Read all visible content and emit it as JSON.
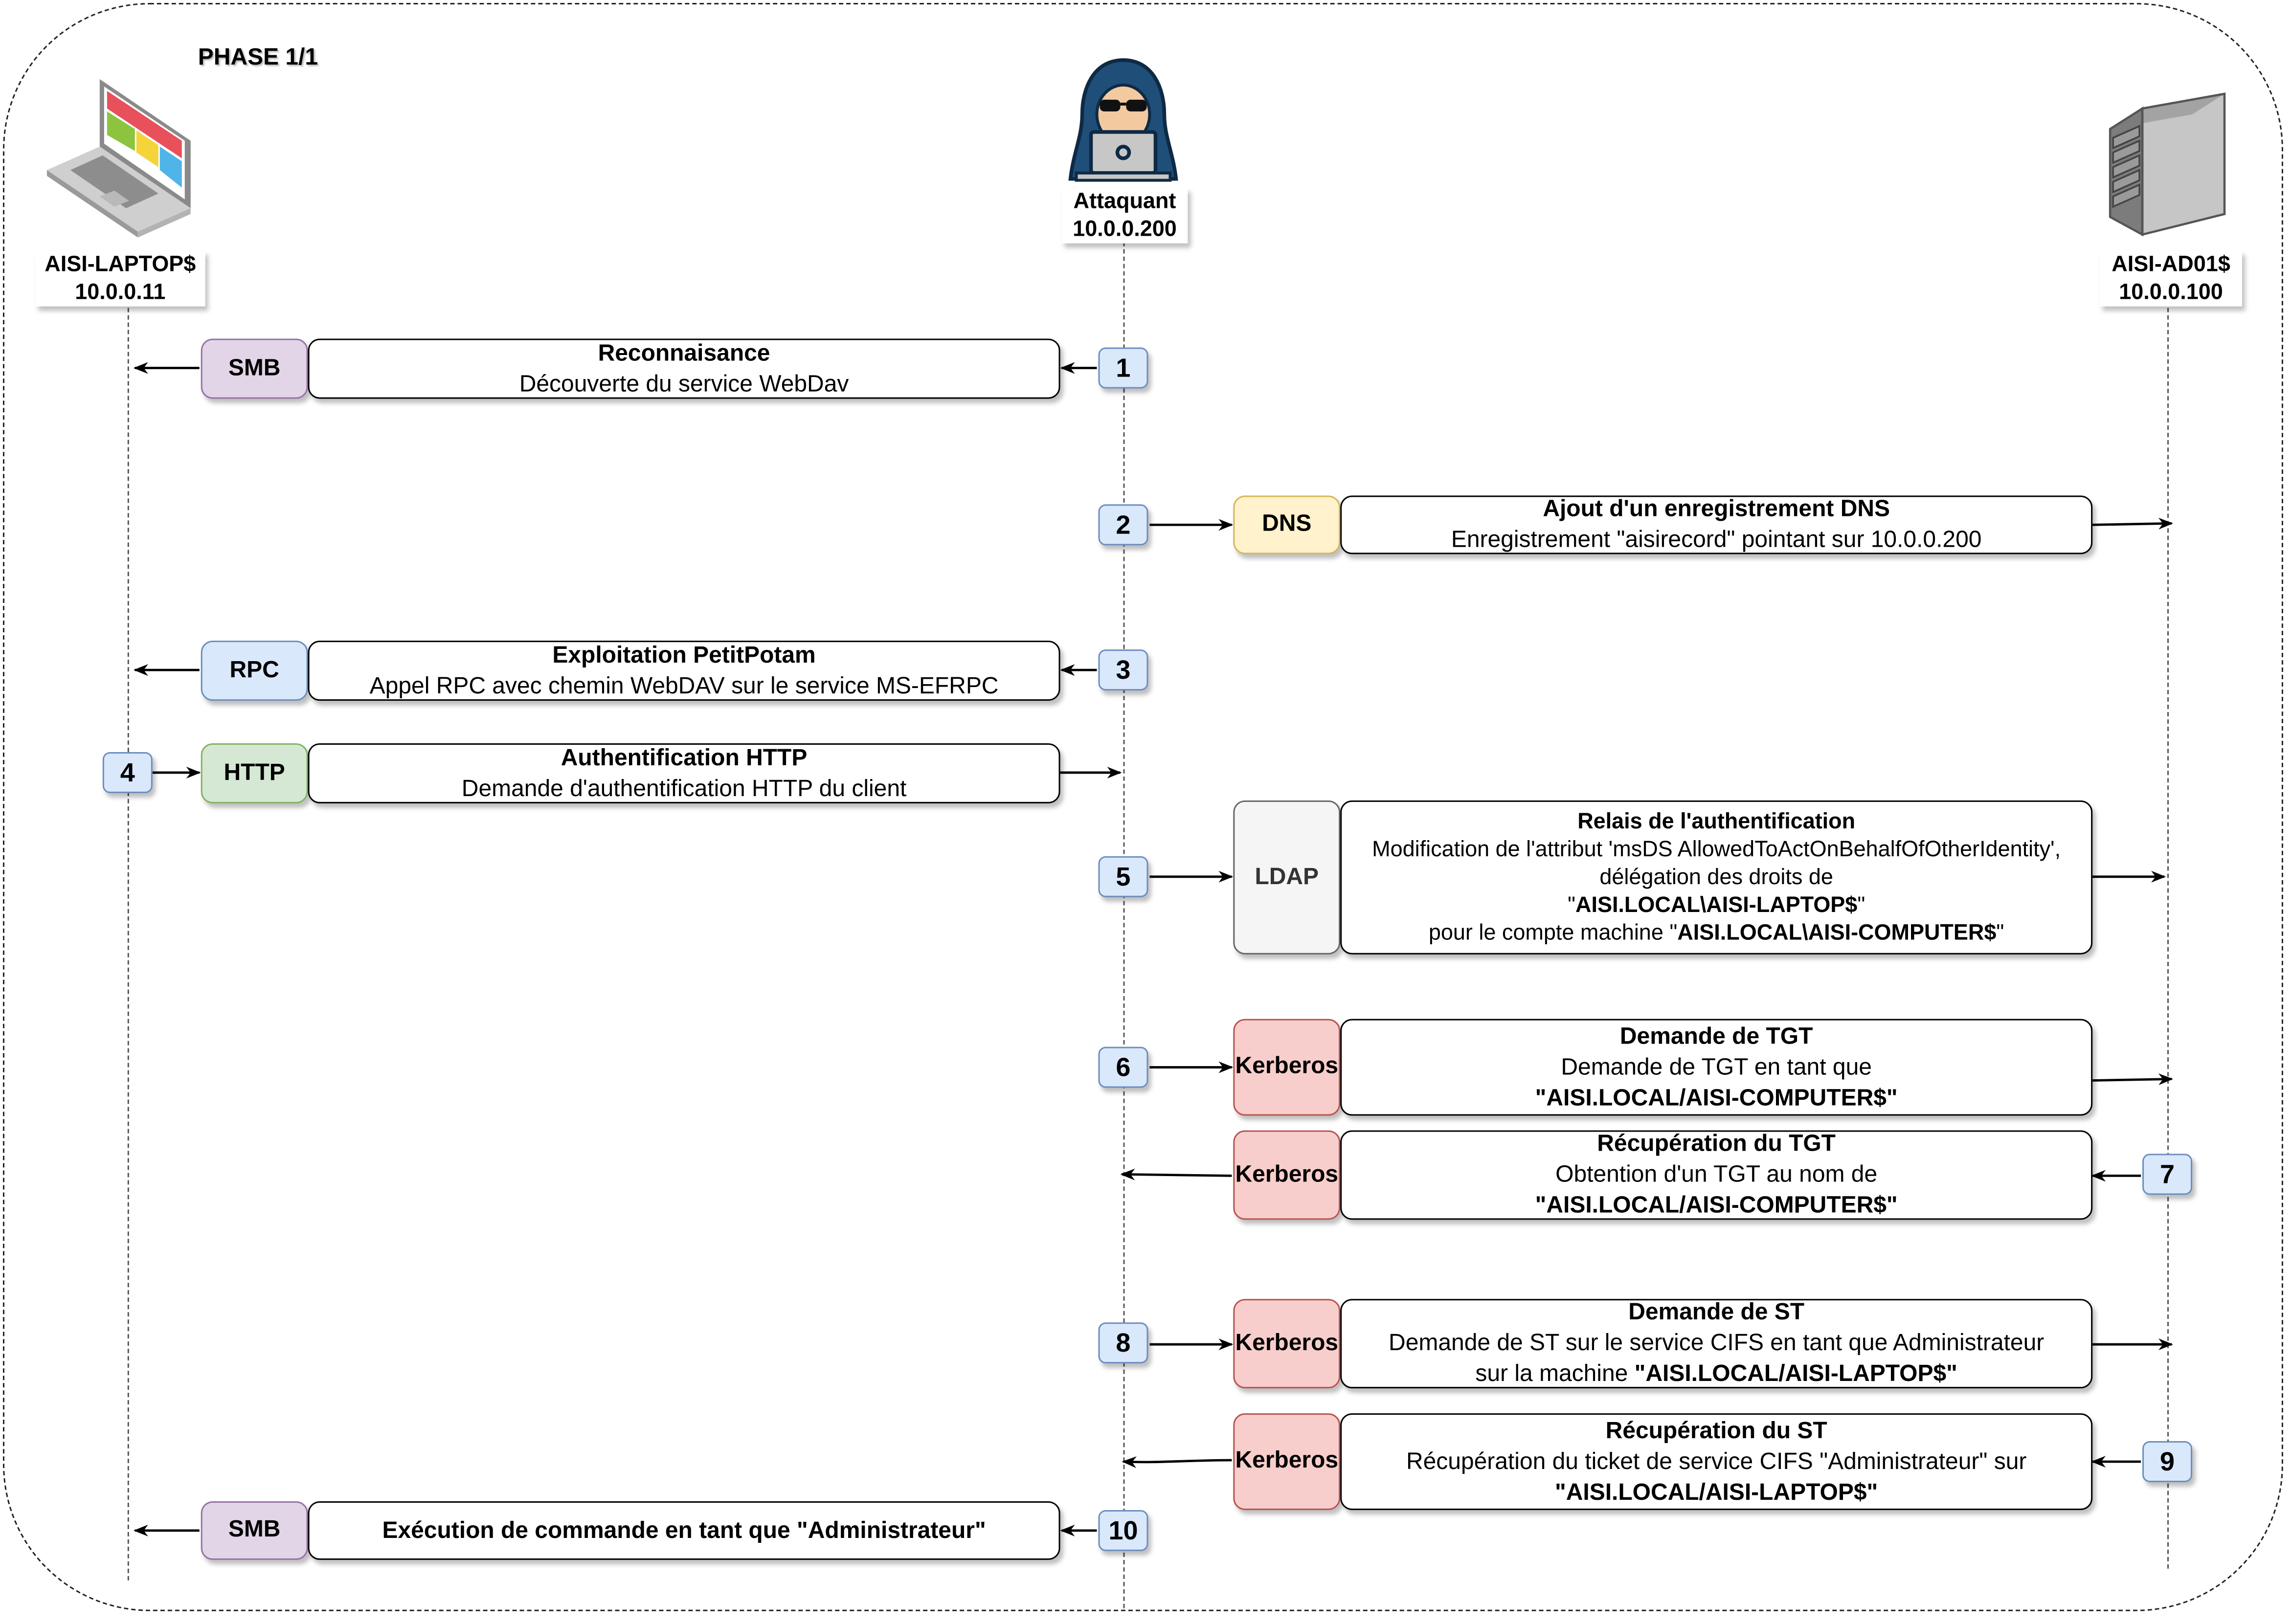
{
  "phase": "PHASE 1/1",
  "actors": {
    "laptop": {
      "name": "AISI-LAPTOP$",
      "ip": "10.0.0.11"
    },
    "attacker": {
      "name": "Attaquant",
      "ip": "10.0.0.200"
    },
    "dc": {
      "name": "AISI-AD01$",
      "ip": "10.0.0.100"
    }
  },
  "steps": [
    {
      "num": "1",
      "protocol": "SMB",
      "title": "Reconnaisance",
      "lines": [
        "Découverte du service WebDav"
      ]
    },
    {
      "num": "2",
      "protocol": "DNS",
      "title": "Ajout d'un enregistrement DNS",
      "lines": [
        "Enregistrement \"aisirecord\" pointant sur 10.0.0.200"
      ]
    },
    {
      "num": "3",
      "protocol": "RPC",
      "title": "Exploitation PetitPotam",
      "lines": [
        "Appel RPC avec chemin WebDAV sur le service MS-EFRPC"
      ]
    },
    {
      "num": "4",
      "protocol": "HTTP",
      "title": "Authentification HTTP",
      "lines": [
        "Demande d'authentification HTTP du client"
      ]
    },
    {
      "num": "5",
      "protocol": "LDAP",
      "title": "Relais de l'authentification",
      "lines": [
        "Modification de l'attribut 'msDS AllowedToActOnBehalfOfOtherIdentity',",
        "délégation des droits de"
      ],
      "q1": "\"",
      "b1": "AISI.LOCAL\\AISI-LAPTOP$",
      "q2": "\"",
      "l4a": "pour le compte machine \"",
      "b2": "AISI.LOCAL\\AISI-COMPUTER$",
      "l4b": "\""
    },
    {
      "num": "6",
      "protocol": "Kerberos",
      "title": "Demande de TGT",
      "lines": [
        "Demande de TGT en tant que"
      ],
      "bold": "\"AISI.LOCAL/AISI-COMPUTER$\""
    },
    {
      "num": "7",
      "protocol": "Kerberos",
      "title": "Récupération du TGT",
      "lines": [
        "Obtention d'un TGT au nom de"
      ],
      "bold": "\"AISI.LOCAL/AISI-COMPUTER$\""
    },
    {
      "num": "8",
      "protocol": "Kerberos",
      "title": "Demande de ST",
      "lines": [
        "Demande de ST sur le service CIFS en tant que Administrateur"
      ],
      "l2a": "sur la machine ",
      "bold": "\"AISI.LOCAL/AISI-LAPTOP$\""
    },
    {
      "num": "9",
      "protocol": "Kerberos",
      "title": "Récupération du ST",
      "lines": [
        "Récupération du ticket de service CIFS \"Administrateur\" sur"
      ],
      "bold": "\"AISI.LOCAL/AISI-LAPTOP$\""
    },
    {
      "num": "10",
      "protocol": "SMB",
      "title": "Exécution de commande en tant que \"Administrateur\""
    }
  ],
  "icons": {
    "laptop": "laptop-icon",
    "attacker": "hacker-icon",
    "server": "server-icon"
  }
}
